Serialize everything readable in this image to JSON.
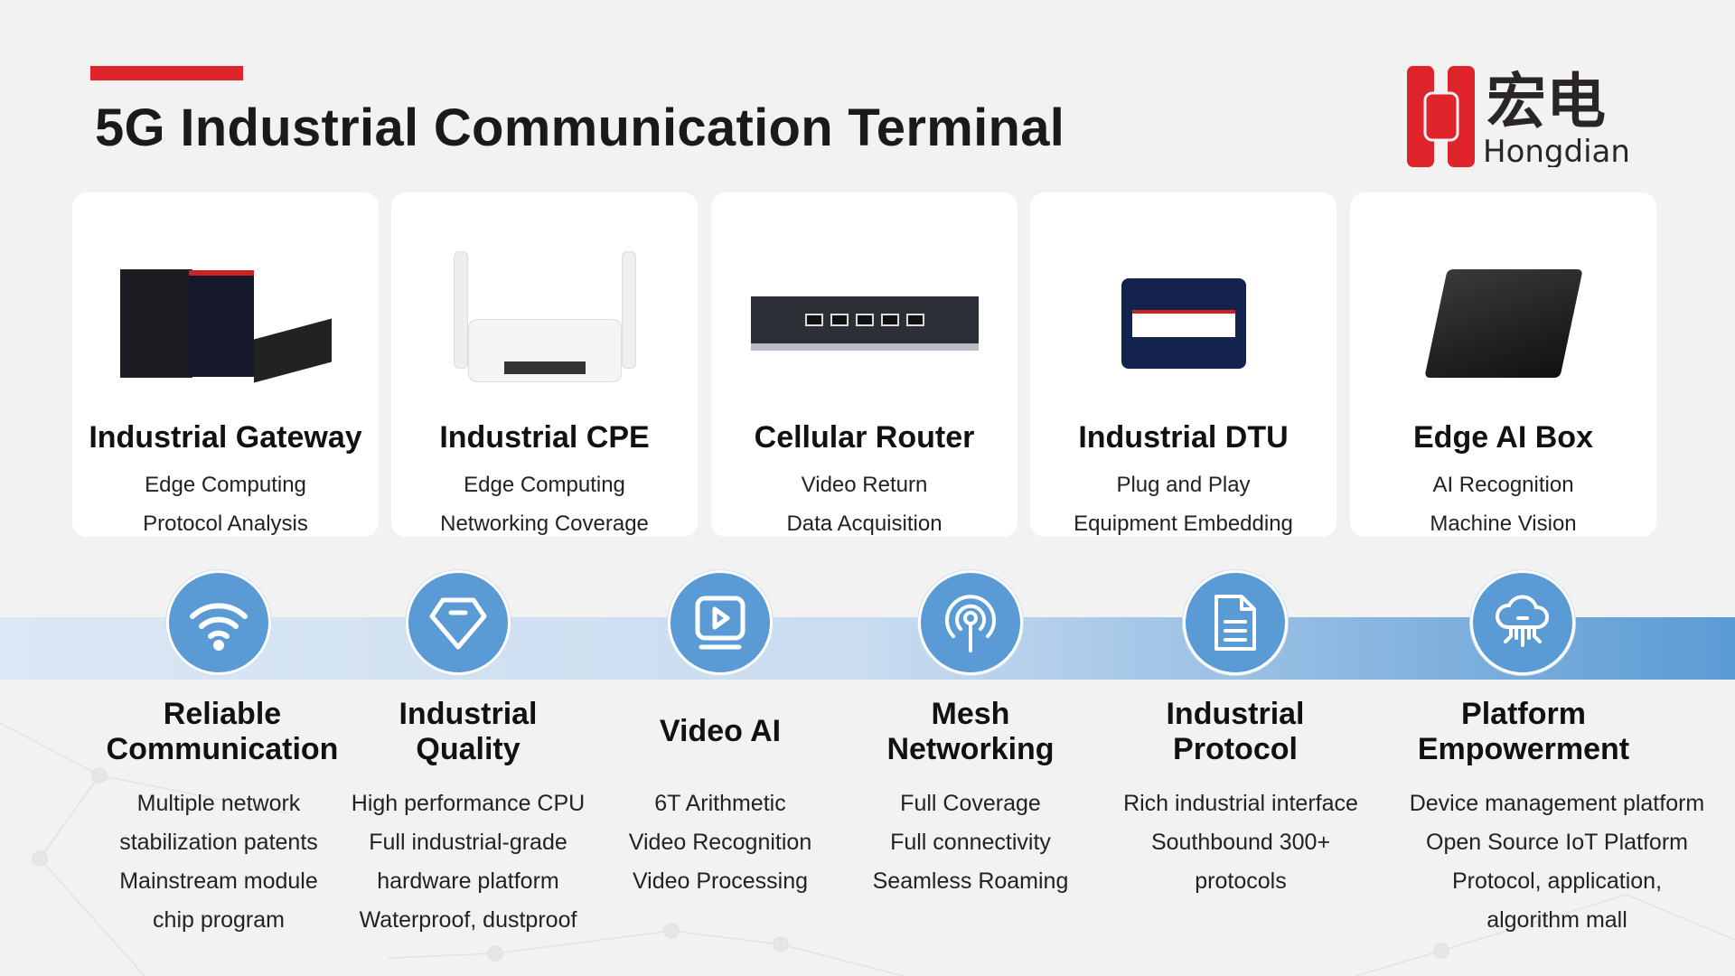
{
  "header": {
    "title": "5G Industrial Communication Terminal",
    "logo_cn": "宏电",
    "logo_en": "Hongdian"
  },
  "products": [
    {
      "title": "Industrial Gateway",
      "lines": [
        "Edge Computing",
        "Protocol Analysis"
      ]
    },
    {
      "title": "Industrial CPE",
      "lines": [
        "Edge Computing",
        "Networking Coverage"
      ]
    },
    {
      "title": "Cellular Router",
      "lines": [
        "Video Return",
        "Data Acquisition"
      ]
    },
    {
      "title": "Industrial DTU",
      "lines": [
        "Plug and Play",
        "Equipment Embedding"
      ]
    },
    {
      "title": "Edge AI Box",
      "lines": [
        "AI Recognition",
        "Machine Vision"
      ]
    }
  ],
  "features": [
    {
      "icon": "wifi-icon",
      "title": [
        "Reliable",
        "Communication"
      ],
      "lines": [
        "Multiple network",
        "stabilization patents",
        "Mainstream module",
        "chip program"
      ]
    },
    {
      "icon": "diamond-icon",
      "title": [
        "Industrial",
        "Quality"
      ],
      "lines": [
        "High performance CPU",
        "Full industrial-grade",
        "hardware platform",
        "Waterproof, dustproof"
      ]
    },
    {
      "icon": "video-play-icon",
      "title": [
        "Video AI"
      ],
      "lines": [
        "6T Arithmetic",
        "Video Recognition",
        "Video Processing"
      ]
    },
    {
      "icon": "antenna-signal-icon",
      "title": [
        "Mesh",
        "Networking"
      ],
      "lines": [
        "Full Coverage",
        "Full connectivity",
        "Seamless Roaming"
      ]
    },
    {
      "icon": "document-icon",
      "title": [
        "Industrial",
        "Protocol"
      ],
      "lines": [
        "Rich industrial interface",
        "Southbound 300+",
        "protocols"
      ]
    },
    {
      "icon": "cloud-network-icon",
      "title": [
        "Platform",
        "Empowerment"
      ],
      "lines": [
        "Device management platform",
        "Open Source IoT Platform",
        "Protocol, application,",
        "algorithm mall"
      ]
    }
  ],
  "colors": {
    "accent": "#e0242b",
    "blue": "#5b9bd5"
  }
}
